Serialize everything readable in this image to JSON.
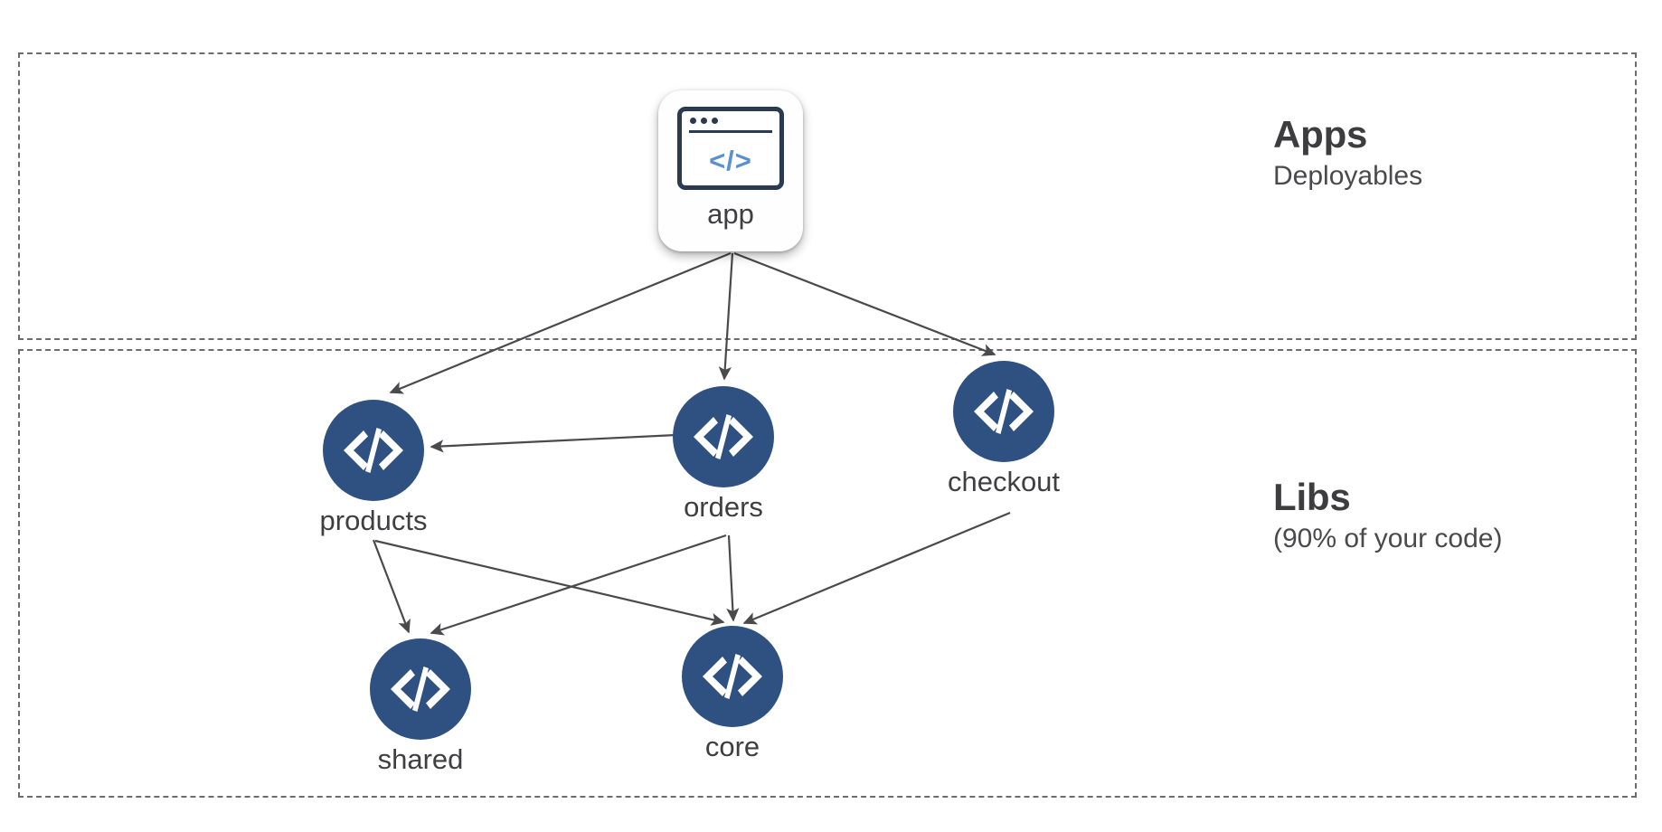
{
  "diagram": {
    "type": "dependency-graph",
    "background_color": "#ffffff",
    "node_color": "#2e5181",
    "edge_color": "#4a4a4d",
    "zone_border_color": "#6b6b70",
    "code_glyph": "</>",
    "zones": [
      {
        "id": "apps",
        "title": "Apps",
        "subtitle": "Deployables"
      },
      {
        "id": "libs",
        "title": "Libs",
        "subtitle": "(90% of your code)"
      }
    ],
    "nodes": [
      {
        "id": "app",
        "label": "app",
        "zone": "apps",
        "shape": "rounded-card",
        "icon": "browser-code-icon"
      },
      {
        "id": "products",
        "label": "products",
        "zone": "libs",
        "shape": "circle",
        "icon": "code-icon"
      },
      {
        "id": "orders",
        "label": "orders",
        "zone": "libs",
        "shape": "circle",
        "icon": "code-icon"
      },
      {
        "id": "checkout",
        "label": "checkout",
        "zone": "libs",
        "shape": "circle",
        "icon": "code-icon"
      },
      {
        "id": "shared",
        "label": "shared",
        "zone": "libs",
        "shape": "circle",
        "icon": "code-icon"
      },
      {
        "id": "core",
        "label": "core",
        "zone": "libs",
        "shape": "circle",
        "icon": "code-icon"
      }
    ],
    "edges": [
      {
        "from": "app",
        "to": "products"
      },
      {
        "from": "app",
        "to": "orders"
      },
      {
        "from": "app",
        "to": "checkout"
      },
      {
        "from": "orders",
        "to": "products"
      },
      {
        "from": "products",
        "to": "shared"
      },
      {
        "from": "products",
        "to": "core"
      },
      {
        "from": "orders",
        "to": "shared"
      },
      {
        "from": "orders",
        "to": "core"
      },
      {
        "from": "checkout",
        "to": "core"
      }
    ]
  }
}
